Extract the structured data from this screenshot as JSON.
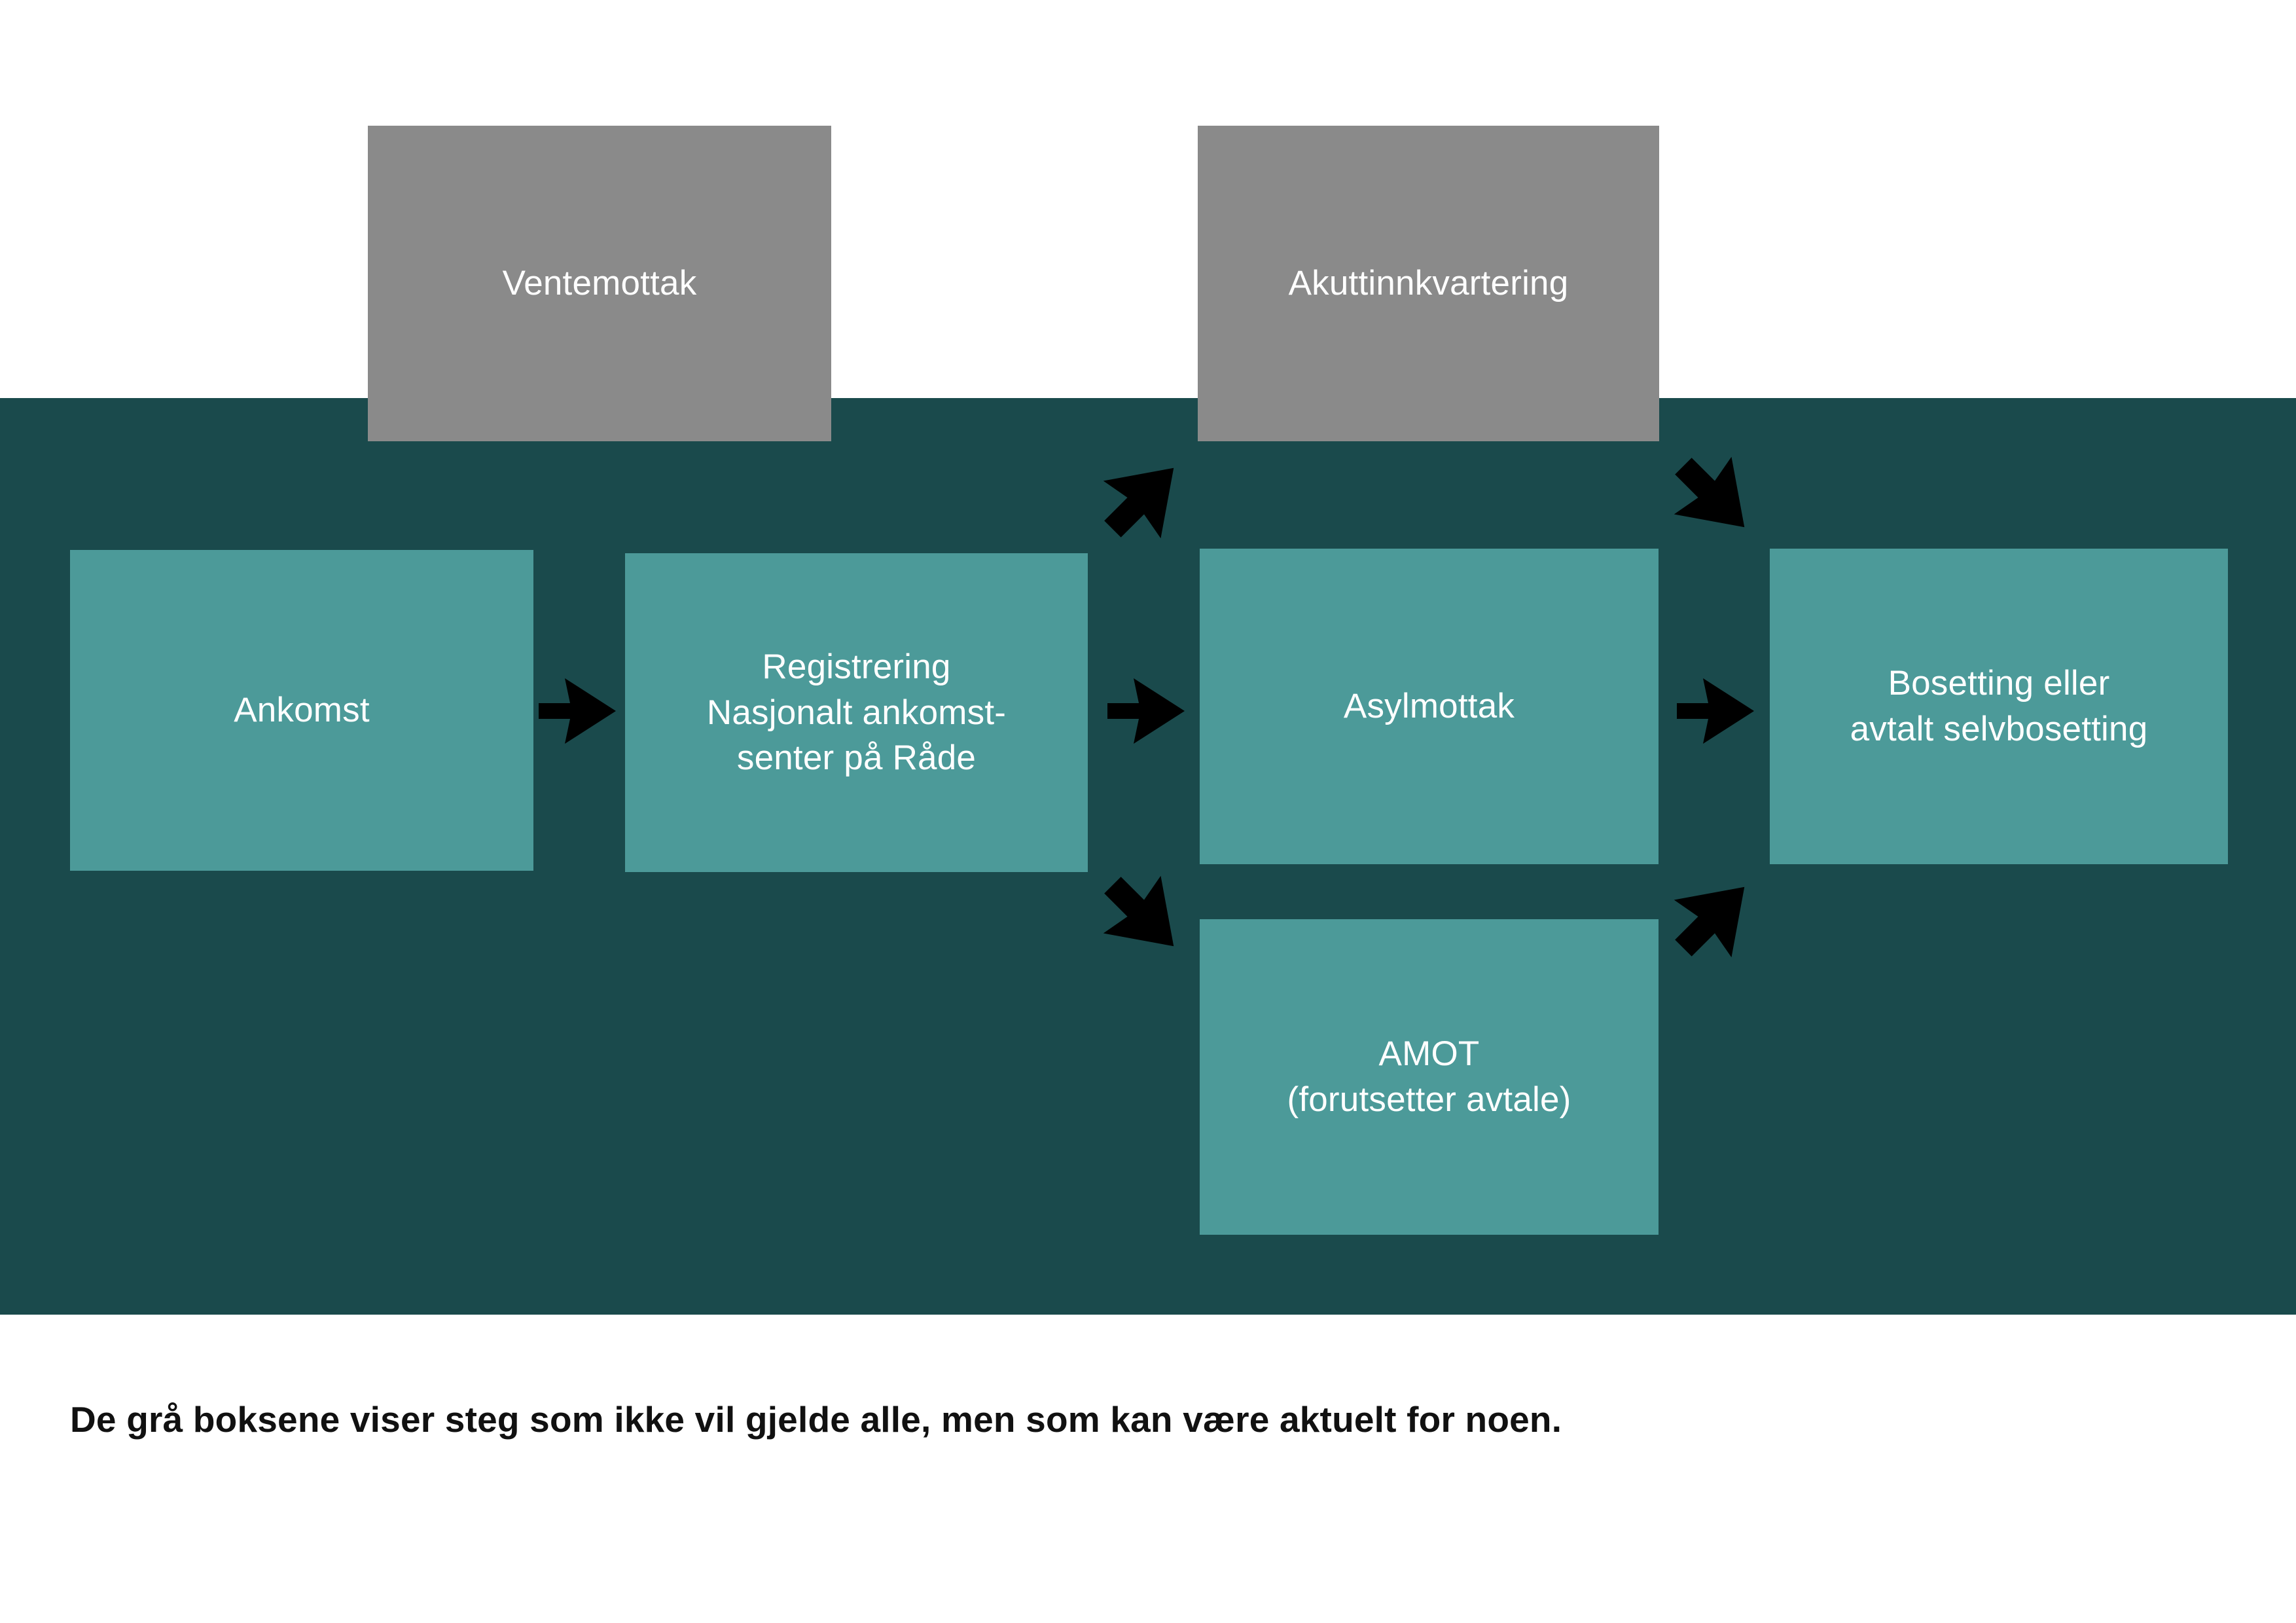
{
  "colors": {
    "band_background": "#1A4A4C",
    "optional_box": "#8A8A8A",
    "process_box": "#4C9A99",
    "box_text": "#FFFFFF",
    "arrow": "#000000",
    "page_background": "#FFFFFF",
    "caption_text": "#111111"
  },
  "diagram": {
    "type": "flowchart",
    "boxes": {
      "ventemottak": {
        "label": "Ventemottak",
        "kind": "optional"
      },
      "akuttinnkvartering": {
        "label": "Akuttinnkvartering",
        "kind": "optional"
      },
      "ankomst": {
        "label": "Ankomst",
        "kind": "process"
      },
      "registrering": {
        "label": "Registrering\nNasjonalt ankomst-\nsenter på Råde",
        "kind": "process"
      },
      "asylmottak": {
        "label": "Asylmottak",
        "kind": "process"
      },
      "amot": {
        "label": "AMOT\n(forutsetter avtale)",
        "kind": "process"
      },
      "bosetting": {
        "label": "Bosetting eller\navtalt selvbosetting",
        "kind": "process"
      }
    },
    "arrows": [
      {
        "name": "ankomst-to-registrering",
        "from": "ankomst",
        "to": "registrering",
        "direction": "right"
      },
      {
        "name": "registrering-to-asylmottak",
        "from": "registrering",
        "to": "asylmottak",
        "direction": "right"
      },
      {
        "name": "asylmottak-to-bosetting",
        "from": "asylmottak",
        "to": "bosetting",
        "direction": "right"
      },
      {
        "name": "registrering-to-ventemottak",
        "from": "registrering",
        "to": "ventemottak",
        "direction": "up-right"
      },
      {
        "name": "akuttinnkvartering-to-asylmottak",
        "from": "akuttinnkvartering",
        "to": "asylmottak",
        "direction": "down-right"
      },
      {
        "name": "registrering-to-amot",
        "from": "registrering",
        "to": "amot",
        "direction": "down-right"
      },
      {
        "name": "amot-to-bosetting",
        "from": "amot",
        "to": "bosetting",
        "direction": "up-right"
      }
    ]
  },
  "caption": {
    "text": "De grå boksene viser steg som ikke vil gjelde alle, men som kan være aktuelt for noen."
  }
}
